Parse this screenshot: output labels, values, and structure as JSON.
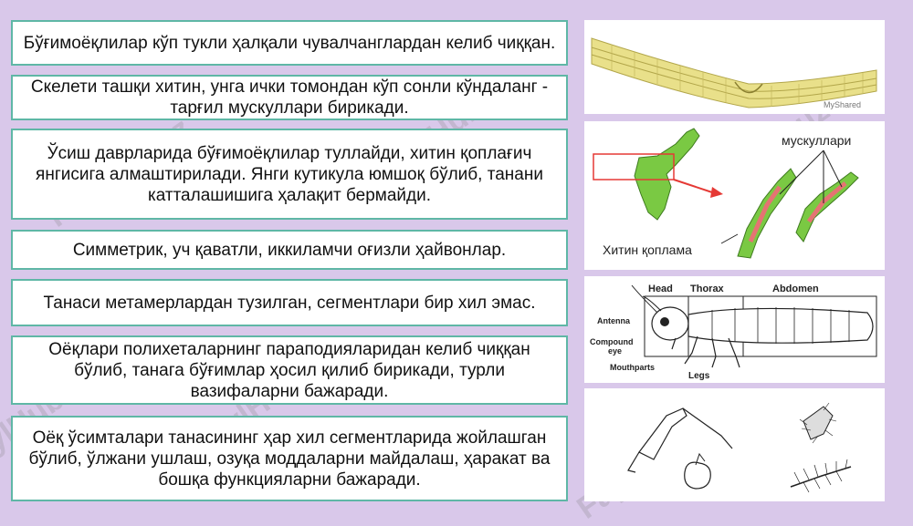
{
  "text_boxes": [
    "Бўғимоёқлилар кўп тукли ҳалқали чувалчанглардан келиб чиққан.",
    "Скелети ташқи хитин, унга ички томондан кўп сонли кўндаланг - тарғил мускуллари бирикади.",
    "Ўсиш даврларида бўғимоёқлилар туллайди, хитин қоплағич янгисига алмаштирилади. Янги кутикула юмшоқ бўлиб, танани катталашишига ҳалақит бермайди.",
    "Симметрик, уч қаватли,  иккиламчи оғизли ҳайвонлар.",
    "Танаси метамерлардан тузилган, сегментлари бир хил эмас.",
    "Оёқлари полихеталарнинг параподияларидан келиб чиққан бўлиб, танага бўғимлар ҳосил қилиб бирикади, турли вазифаларни бажаради.",
    "Оёқ ўсимталари танасининг ҳар хил сегментларида жойлашган бўлиб, ўлжани ушлаш, озуқа моддаларни майдалаш, ҳаракат ва бошқа функцияларни бажаради."
  ],
  "image1": {
    "watermark": "MyShared"
  },
  "image2": {
    "label_muscles": "мускуллари",
    "label_chitin": "Хитин қоплама"
  },
  "image3": {
    "head": "Head",
    "thorax": "Thorax",
    "abdomen": "Abdomen",
    "antenna": "Antenna",
    "compound_eye_1": "Compound",
    "compound_eye_2": "eye",
    "mouthparts": "Mouthparts",
    "legs": "Legs"
  },
  "watermark_text": "FaylHub.uz",
  "colors": {
    "background": "#d9c8ea",
    "box_border": "#5fb7a6",
    "accent_green": "#7ac943",
    "arrow_red": "#e53935"
  }
}
